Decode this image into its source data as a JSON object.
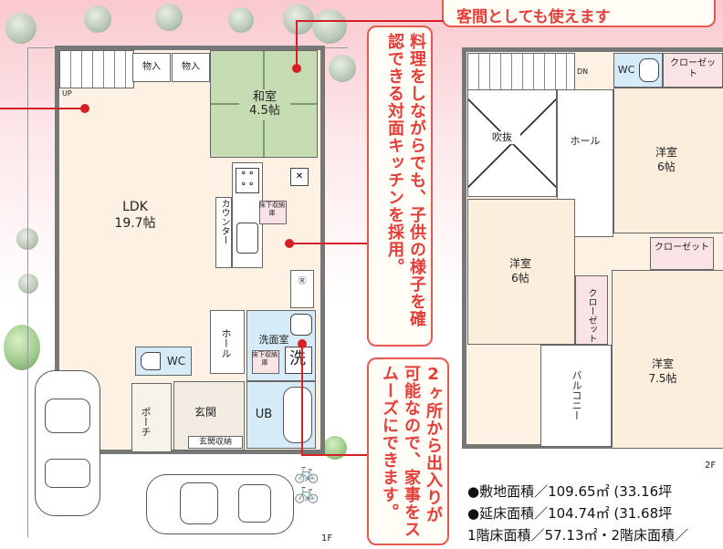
{
  "top_banner": {
    "text": "客間としても使えます"
  },
  "callouts": {
    "kitchen": "料理をしながらでも、子供の様子を確認できる対面キッチンを採用。",
    "laundry": "2ヶ所から出入りが可能なので、家事をスムーズにできます。"
  },
  "floor1": {
    "label": "1F",
    "rooms": {
      "ldk": "LDK",
      "ldk_size": "19.7帖",
      "washitsu": "和室",
      "washitsu_size": "4.5帖",
      "storage1": "物入",
      "storage2": "物入",
      "counter": "カウンター",
      "underfloor1": "床下収納庫",
      "washroom": "洗面室",
      "underfloor2": "床下収納庫",
      "wash": "洗",
      "wc": "WC",
      "hall": "ホール",
      "genkan": "玄関",
      "genkan_storage": "玄関収納",
      "porch": "ポーチ",
      "ub": "UB",
      "up": "UP"
    }
  },
  "floor2": {
    "label": "2F",
    "rooms": {
      "dn": "DN",
      "fukinuke": "吹抜",
      "hall": "ホール",
      "wc": "WC",
      "closet1": "クローゼット",
      "yoshitsu_a": "洋室",
      "yoshitsu_a_size": "6帖",
      "yoshitsu_b": "洋室",
      "yoshitsu_b_size": "6帖",
      "closet2": "クローゼット",
      "closet3": "クローゼット",
      "yoshitsu_c": "洋室",
      "yoshitsu_c_size": "7.5帖",
      "balcony": "バルコニー"
    }
  },
  "specs": {
    "site_area": "●敷地面積／109.65㎡ (33.16坪",
    "floor_area": "●延床面積／104.74㎡ (31.68坪",
    "floor_breakdown": "1階床面積／57.13㎡・2階床面積／"
  }
}
